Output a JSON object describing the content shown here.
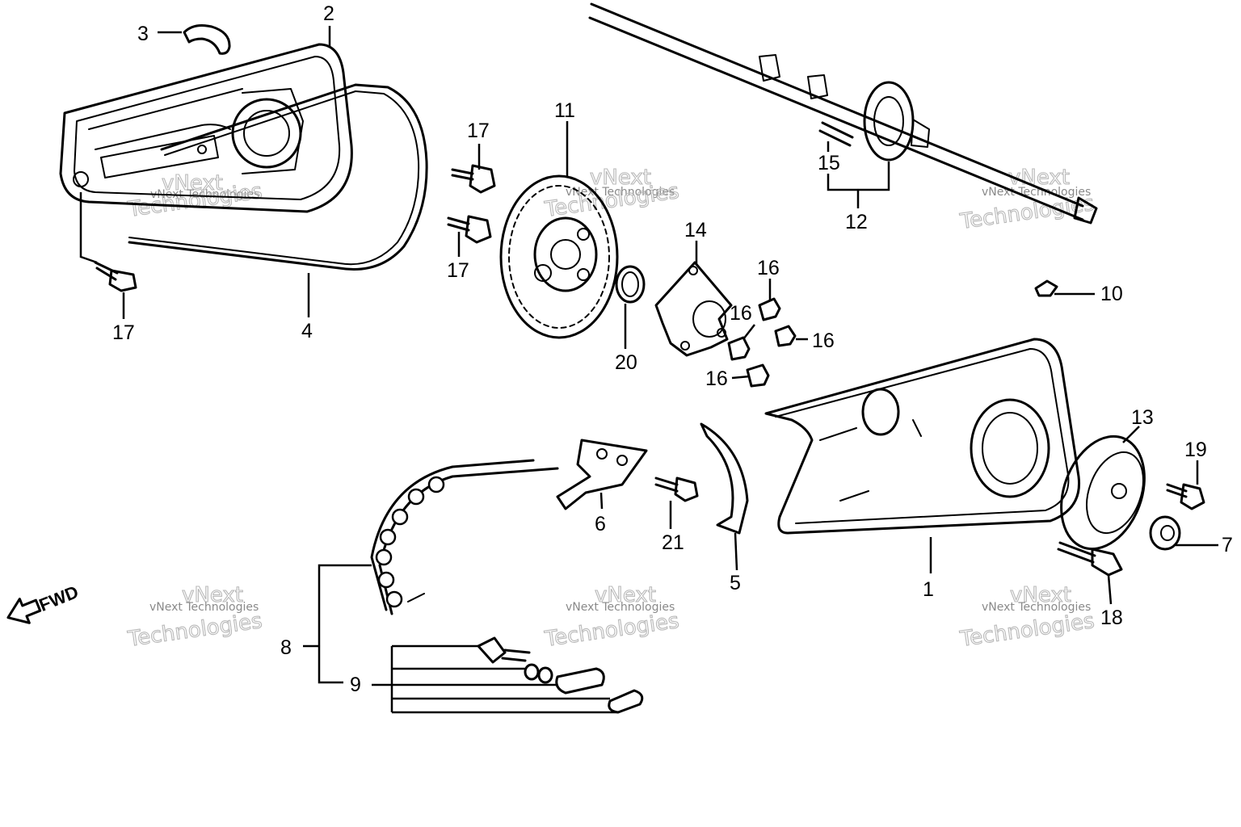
{
  "callouts": [
    {
      "id": "c1",
      "label": "1"
    },
    {
      "id": "c2",
      "label": "2"
    },
    {
      "id": "c3",
      "label": "3"
    },
    {
      "id": "c4",
      "label": "4"
    },
    {
      "id": "c5",
      "label": "5"
    },
    {
      "id": "c6",
      "label": "6"
    },
    {
      "id": "c7",
      "label": "7"
    },
    {
      "id": "c8",
      "label": "8"
    },
    {
      "id": "c9",
      "label": "9"
    },
    {
      "id": "c10",
      "label": "10"
    },
    {
      "id": "c11",
      "label": "11"
    },
    {
      "id": "c12",
      "label": "12"
    },
    {
      "id": "c13",
      "label": "13"
    },
    {
      "id": "c14",
      "label": "14"
    },
    {
      "id": "c15",
      "label": "15"
    },
    {
      "id": "c16a",
      "label": "16"
    },
    {
      "id": "c16b",
      "label": "16"
    },
    {
      "id": "c16c",
      "label": "16"
    },
    {
      "id": "c16d",
      "label": "16"
    },
    {
      "id": "c17a",
      "label": "17"
    },
    {
      "id": "c17b",
      "label": "17"
    },
    {
      "id": "c17c",
      "label": "17"
    },
    {
      "id": "c18",
      "label": "18"
    },
    {
      "id": "c19",
      "label": "19"
    },
    {
      "id": "c20",
      "label": "20"
    },
    {
      "id": "c21",
      "label": "21"
    }
  ],
  "direction": {
    "label": "FWD",
    "icon": "arrow-left-icon"
  },
  "watermark": {
    "line1": "vNext",
    "line2": "vNext Technologies",
    "line3": "Technologies"
  }
}
